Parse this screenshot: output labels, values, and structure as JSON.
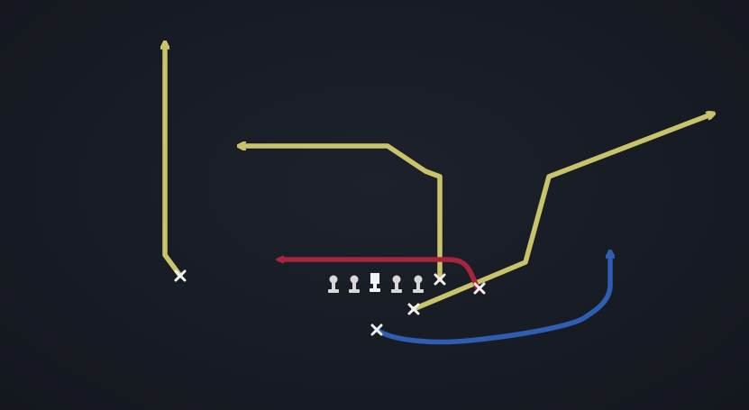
{
  "colors": {
    "background": "#171b23",
    "route_primary": "#c9c46a",
    "route_block": "#a8243c",
    "route_secondary": "#2f5db2",
    "player_marker": "#f2f2f2",
    "lineman": "#d8d8d8"
  },
  "icons": {
    "player": "x-mark-icon",
    "lineman": "lineman-icon",
    "center": "center-icon",
    "arrow": "arrowhead-icon"
  },
  "routes": [
    {
      "name": "outside-receiver-fly-route",
      "color_key": "route_primary"
    },
    {
      "name": "slot-receiver-out-route",
      "color_key": "route_primary"
    },
    {
      "name": "tight-end-corner-route",
      "color_key": "route_primary"
    },
    {
      "name": "back-flat-wheel-route",
      "color_key": "route_secondary"
    },
    {
      "name": "block-arrow-route",
      "color_key": "route_block"
    }
  ]
}
